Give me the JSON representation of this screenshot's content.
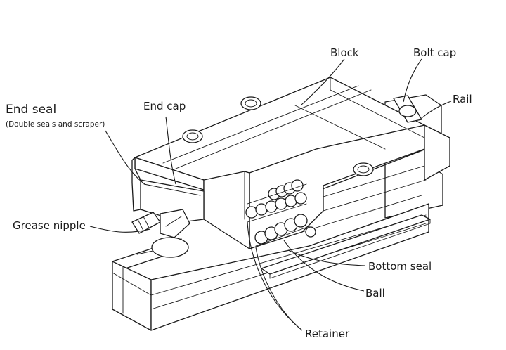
{
  "labels": {
    "block": "Block",
    "bolt_cap": "Bolt cap",
    "rail": "Rail",
    "end_cap": "End cap",
    "end_seal": "End seal",
    "end_seal_note": "(Double seals and scraper)",
    "grease_nipple": "Grease nipple",
    "bottom_seal": "Bottom seal",
    "ball": "Ball",
    "retainer": "Retainer"
  }
}
